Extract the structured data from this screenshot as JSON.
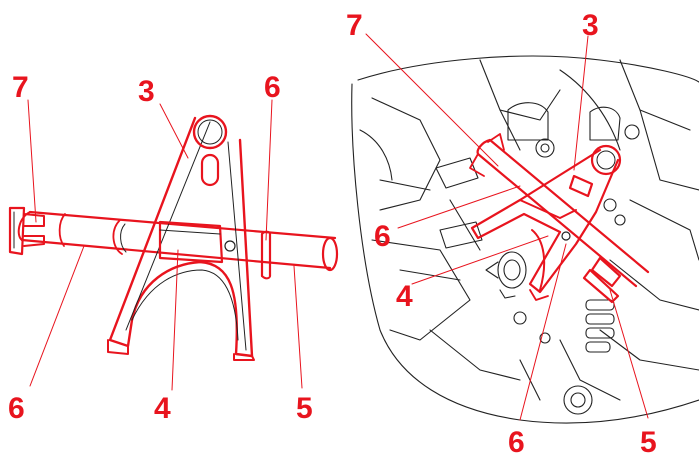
{
  "colors": {
    "highlight": "#e8141e",
    "line": "#222222",
    "background": "#ffffff"
  },
  "left_view": {
    "callouts": [
      {
        "id": "c7",
        "label": "7"
      },
      {
        "id": "c3",
        "label": "3"
      },
      {
        "id": "c6top",
        "label": "6"
      },
      {
        "id": "c6bottom",
        "label": "6"
      },
      {
        "id": "c4",
        "label": "4"
      },
      {
        "id": "c5",
        "label": "5"
      }
    ]
  },
  "right_view": {
    "callouts": [
      {
        "id": "c7",
        "label": "7"
      },
      {
        "id": "c3",
        "label": "3"
      },
      {
        "id": "c6",
        "label": "6"
      },
      {
        "id": "c4",
        "label": "4"
      },
      {
        "id": "c6bottom",
        "label": "6"
      },
      {
        "id": "c5",
        "label": "5"
      }
    ]
  }
}
